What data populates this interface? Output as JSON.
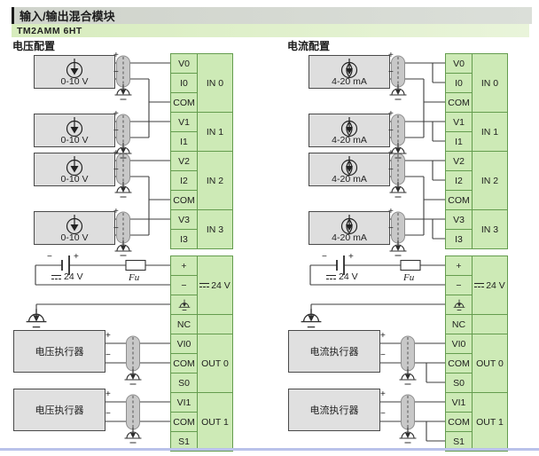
{
  "header": {
    "title": "输入/输出混合模块",
    "model": "TM2AMM 6HT"
  },
  "voltage_config": {
    "title": "电压配置",
    "source_range": "0-10 V",
    "actuator": "电压执行器"
  },
  "current_config": {
    "title": "电流配置",
    "source_range": "4-20 mA",
    "actuator": "电流执行器"
  },
  "terminal_block": {
    "upper_cells": [
      "V0",
      "I0",
      "COM",
      "V1",
      "I1",
      "V2",
      "I2",
      "COM",
      "V3",
      "I3"
    ],
    "upper_groups": [
      "IN 0",
      "IN 1",
      "IN 2",
      "IN 3"
    ],
    "lower_cells": [
      "+",
      "−",
      "",
      "NC",
      "VI0",
      "COM",
      "S0",
      "VI1",
      "COM",
      "S1"
    ],
    "lower_groups": [
      "24 V",
      "",
      "OUT 0",
      "OUT 1"
    ]
  },
  "power": {
    "minus": "−",
    "plus": "+",
    "dc_voltage": "24 V",
    "fuse": "Fu"
  },
  "wire_labels": {
    "plus": "+",
    "minus": "−"
  },
  "colors": {
    "terminal_fill": "#cdeab6",
    "terminal_border": "#649c4e",
    "model_bar": "#d7ecbd",
    "title_bar": "#d0d4cc",
    "device_box_fill": "#dedede",
    "wire": "#3c3c3c",
    "footer_line": "#b9c2ea"
  }
}
